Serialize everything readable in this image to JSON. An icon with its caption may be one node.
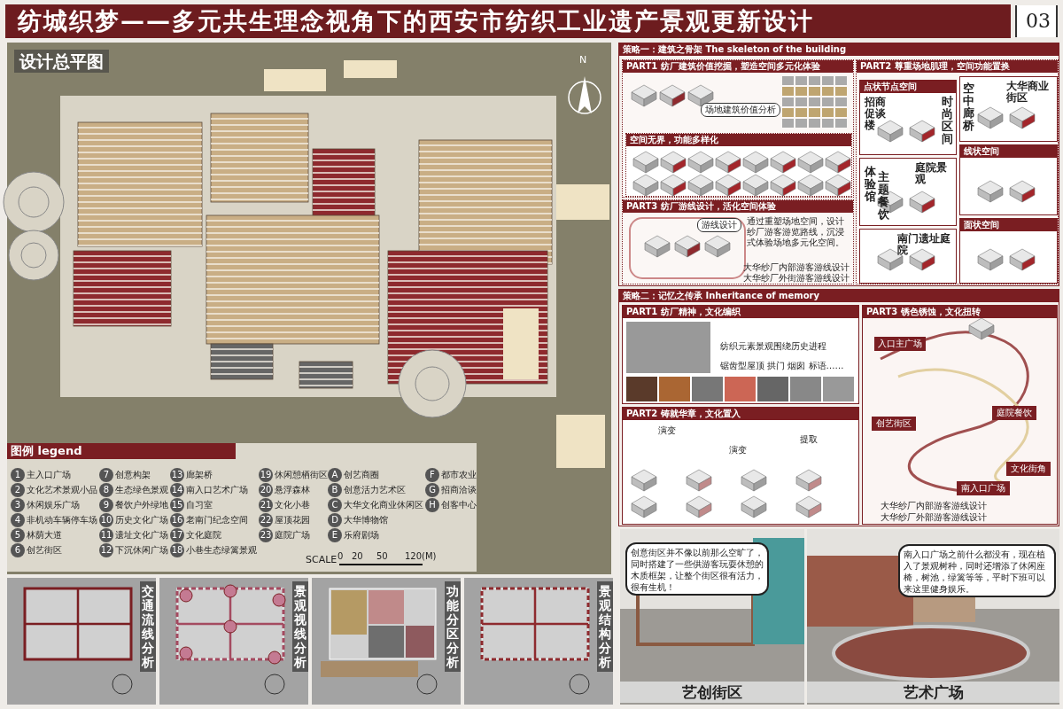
{
  "diagram": {
    "title": "纺城织梦——多元共生理念视角下的西安市纺织工业遗产景观更新设计",
    "nodes": [
      {
        "text": [
          "设计总平图"
        ]
      },
      {
        "text": [
          "图例 legend"
        ],
        "in": 0
      },
      {
        "text": [
          "策略一：建筑之骨架 The skeleton of the building"
        ]
      },
      {
        "text": [
          "PART1 纺厂建筑价值挖掘，塑造空间多元化体验",
          "场地建筑价值分析"
        ],
        "in": 2
      },
      {
        "text": [
          "空间无界，功能多样化"
        ],
        "in": 3
      },
      {
        "text": [
          "PART3 纺厂游线设计，活化空间体验",
          "游线设计",
          "通过重塑场地空间，设计纱厂游客游览路线，沉浸式体验场地多元化空间。",
          "大华纱厂内部游客游线设计",
          "大华纱厂外街游客游线设计"
        ],
        "in": 2
      },
      {
        "text": [
          "PART2 尊重场地肌理，空间功能置换"
        ],
        "in": 2
      },
      {
        "text": [
          "点状节点空间",
          "招商促谈楼",
          "时尚区间"
        ],
        "in": 6
      },
      {
        "text": [
          "体验馆",
          "主题餐饮",
          "庭院景观"
        ],
        "in": 6
      },
      {
        "text": [
          "南门遗址庭院"
        ],
        "in": 6
      },
      {
        "text": [
          "空中廊桥",
          "大华商业街区"
        ],
        "in": 6
      },
      {
        "text": [
          "线状空间"
        ],
        "in": 6
      },
      {
        "text": [
          "面状空间"
        ],
        "in": 6
      },
      {
        "text": [
          "策略二：记忆之传承 Inheritance of memory"
        ]
      },
      {
        "text": [
          "PART1 纺厂精神，文化编织",
          "纺织元素景观围绕历史进程",
          "锯齿型屋顶 拱门 烟囱 标语……"
        ],
        "in": 13
      },
      {
        "text": [
          "PART2 铸就华章，文化置入",
          "演变",
          "演变",
          "提取"
        ],
        "in": 13
      },
      {
        "text": [
          "PART3 锈色锈蚀，文化扭转",
          "大华纱厂内部游客游线设计",
          "大华纱厂外部游客游线设计"
        ],
        "in": 13
      },
      {
        "text": [
          "入口主广场"
        ],
        "in": 16
      },
      {
        "text": [
          "庭院餐饮"
        ],
        "in": 16
      },
      {
        "text": [
          "创艺街区"
        ],
        "in": 16
      },
      {
        "text": [
          "文化街角"
        ],
        "in": 16
      },
      {
        "text": [
          "南入口广场"
        ],
        "in": 16
      },
      {
        "text": [
          "交通流线分析"
        ]
      },
      {
        "text": [
          "景观视线分析"
        ]
      },
      {
        "text": [
          "功能分区分析"
        ]
      },
      {
        "text": [
          "景观结构分析"
        ]
      },
      {
        "text": [
          "艺创街区"
        ]
      },
      {
        "text": [
          "创意街区并不像以前那么空旷了，同时搭建了一些供游客玩耍休憩的木质框架，让整个街区很有活力，很有生机！"
        ],
        "in": 26
      },
      {
        "text": [
          "艺术广场"
        ]
      },
      {
        "text": [
          "南入口广场之前什么都没有，现在植入了景观树种，同时还增添了休闲座椅，树池，绿篱等等，平时下班可以来这里健身娱乐。"
        ],
        "in": 28
      },
      {
        "text": [
          "03"
        ]
      }
    ],
    "labels": [
      "1",
      "主入口广场",
      "2",
      "文化艺术景观小品",
      "3",
      "休闲娱乐广场",
      "4",
      "非机动车辆停车场",
      "5",
      "林荫大道",
      "6",
      "创艺街区",
      "7",
      "创意构架",
      "8",
      "生态绿色景观",
      "9",
      "餐饮户外绿地",
      "10",
      "历史文化广场",
      "11",
      "遗址文化广场",
      "12",
      "下沉休闲广场",
      "13",
      "廊架桥",
      "14",
      "南入口艺术广场",
      "15",
      "自习室",
      "16",
      "老南门纪念空间",
      "17",
      "文化庭院",
      "18",
      "小巷生态绿篱景观",
      "19",
      "休闲憩栖街区",
      "20",
      "悬浮森林",
      "21",
      "文化小巷",
      "22",
      "屋顶花园",
      "23",
      "庭院广场",
      "A",
      "创艺商圈",
      "B",
      "创意活力艺术区",
      "C",
      "大华文化商业休闲区",
      "D",
      "大华博物馆",
      "E",
      "乐府剧场",
      "F",
      "都市农业",
      "G",
      "招商洽谈",
      "H",
      "创客中心",
      "SCALE",
      "0",
      "20",
      "50",
      "120(M)",
      "N"
    ]
  }
}
